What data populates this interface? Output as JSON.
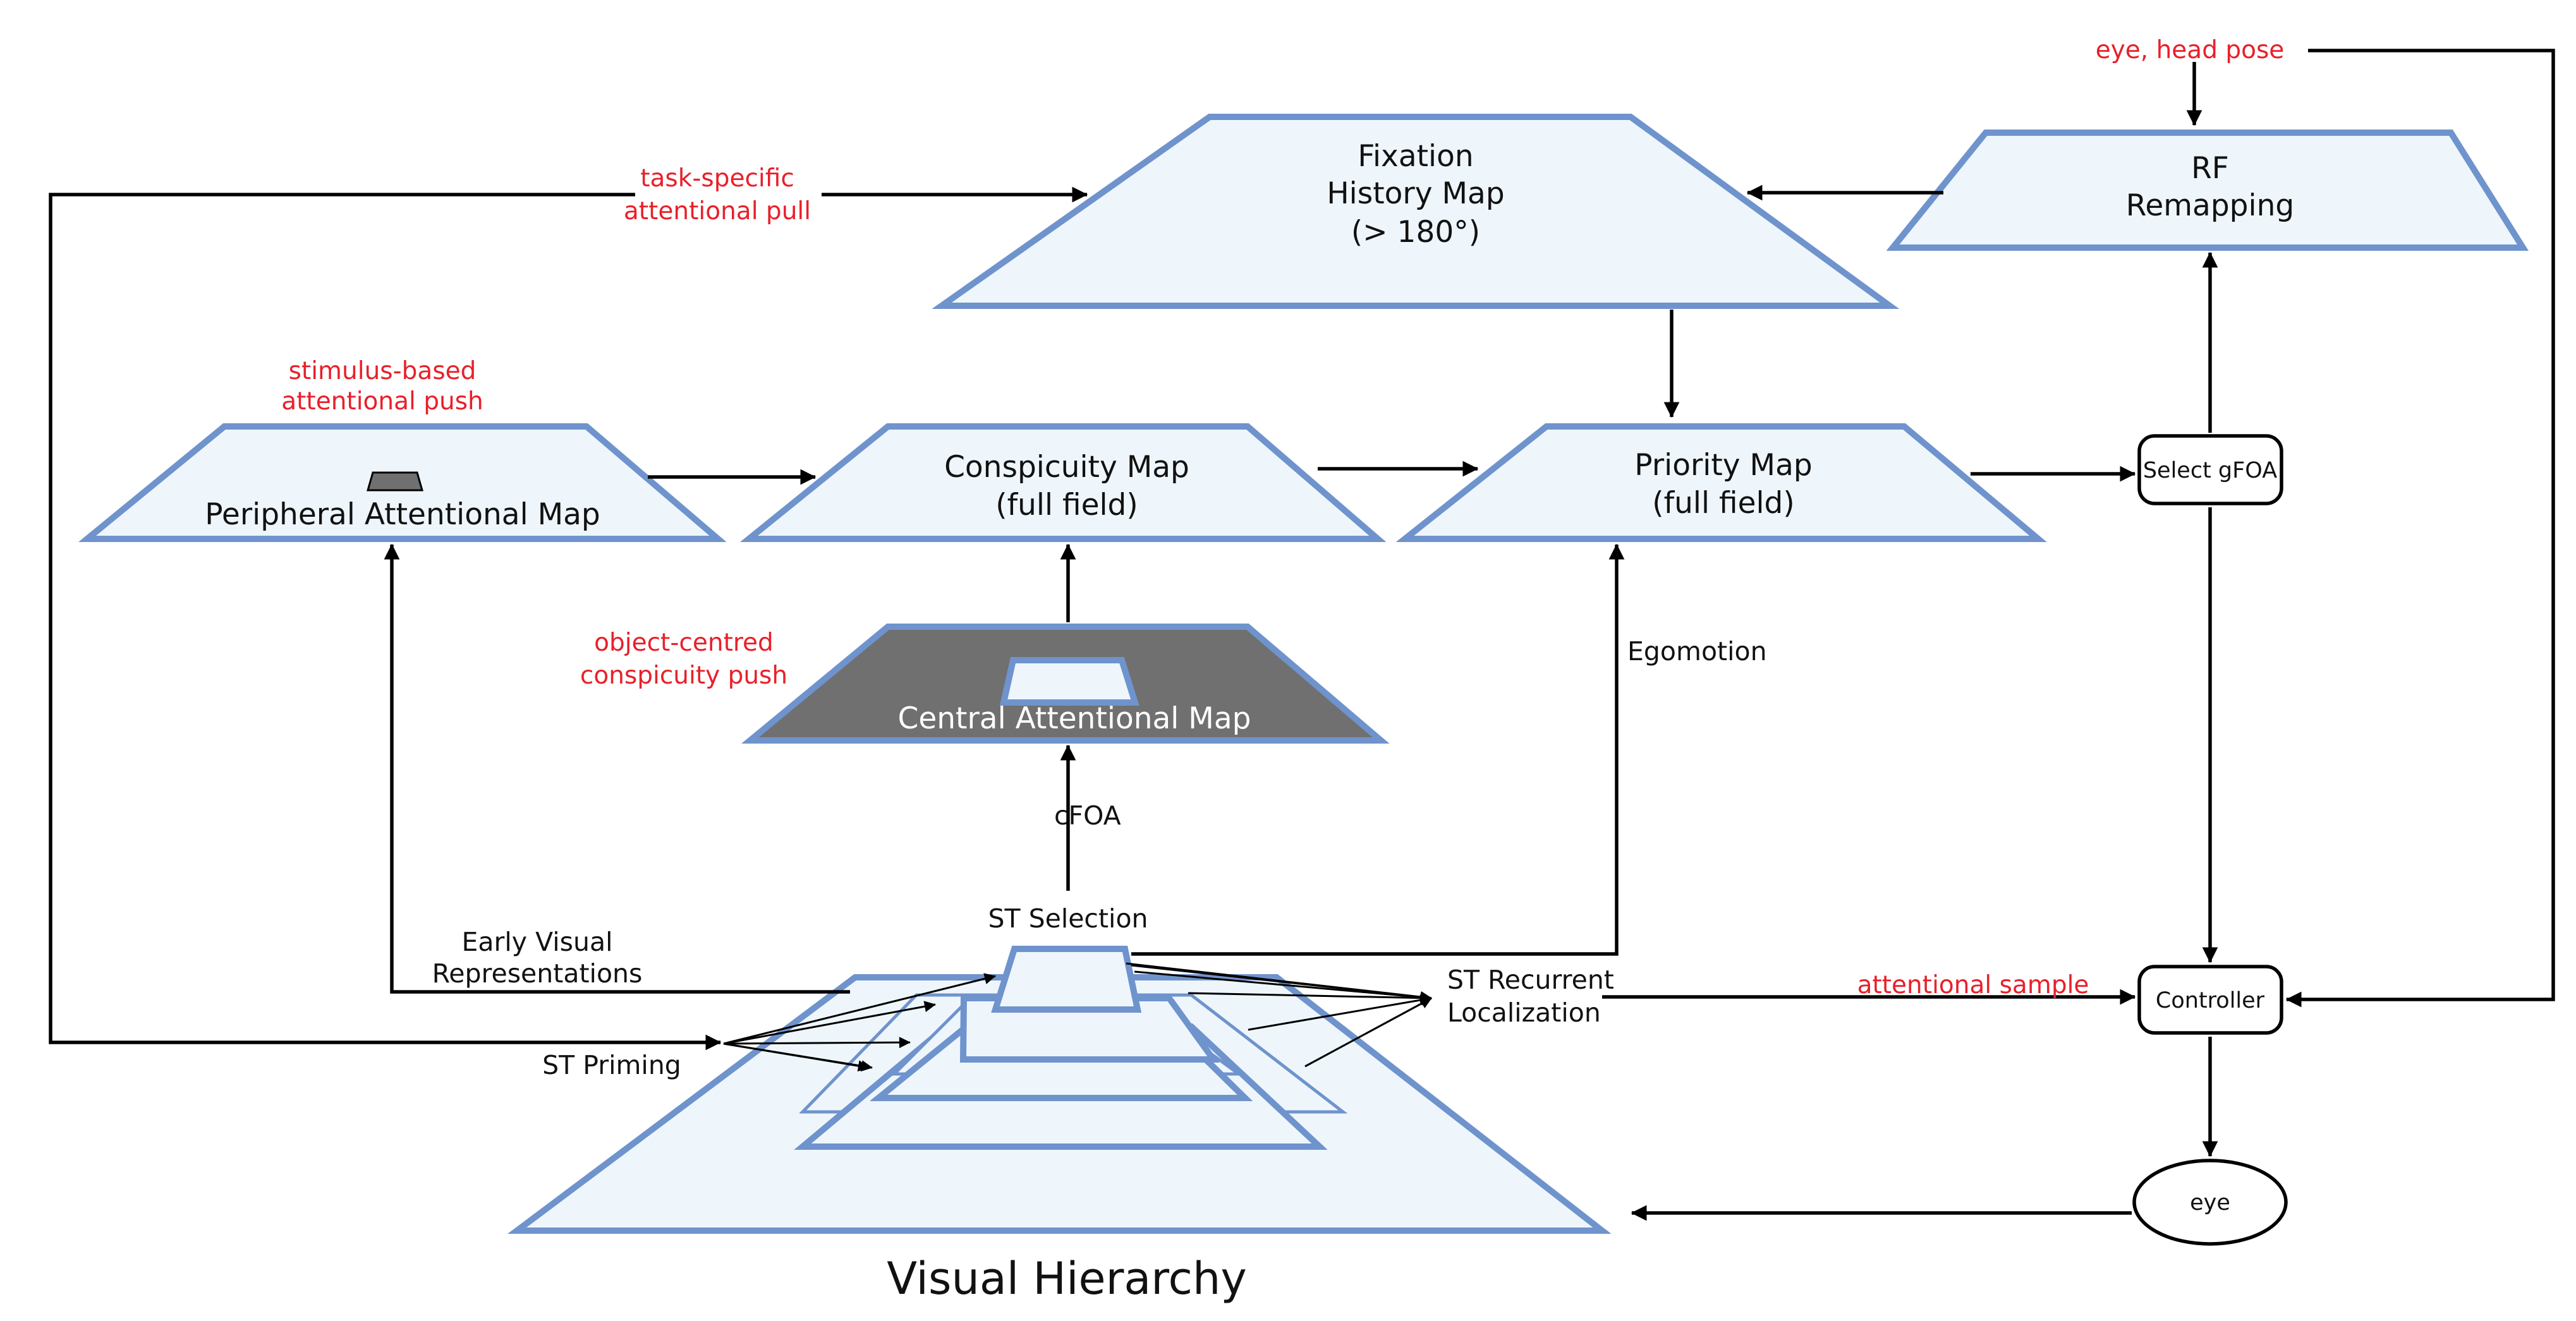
{
  "maps": {
    "fixation": {
      "line1": "Fixation",
      "line2": "History Map",
      "line3": "(> 180°)"
    },
    "rf": {
      "line1": "RF",
      "line2": "Remapping"
    },
    "peripheral": {
      "label": "Peripheral  Attentional Map"
    },
    "conspicuity": {
      "line1": "Conspicuity Map",
      "line2": "(full field)"
    },
    "priority": {
      "line1": "Priority Map",
      "line2": "(full field)"
    },
    "central": {
      "label": "Central  Attentional Map"
    }
  },
  "nodes": {
    "select_gfoa": "Select gFOA",
    "controller": "Controller",
    "eye": "eye"
  },
  "labels": {
    "egomotion": "Egomotion",
    "cfoa": "cFOA",
    "st_selection": "ST Selection",
    "early_visual_1": "Early Visual",
    "early_visual_2": "Representations",
    "st_recurrent_1": "ST Recurrent",
    "st_recurrent_2": "Localization",
    "st_priming": "ST Priming",
    "visual_hierarchy": "Visual Hierarchy"
  },
  "annotations": {
    "eye_head_pose": "eye, head pose",
    "task_specific_1": "task-specific",
    "task_specific_2": "attentional pull",
    "stimulus_based_1": "stimulus-based",
    "stimulus_based_2": "attentional push",
    "object_centred_1": "object-centred",
    "object_centred_2": "conspicuity push",
    "attentional_sample": "attentional sample"
  },
  "colors": {
    "map_fill": "#eef6fc",
    "map_stroke": "#6f93cc",
    "central_fill": "#707070",
    "annotation": "#e8202a"
  }
}
